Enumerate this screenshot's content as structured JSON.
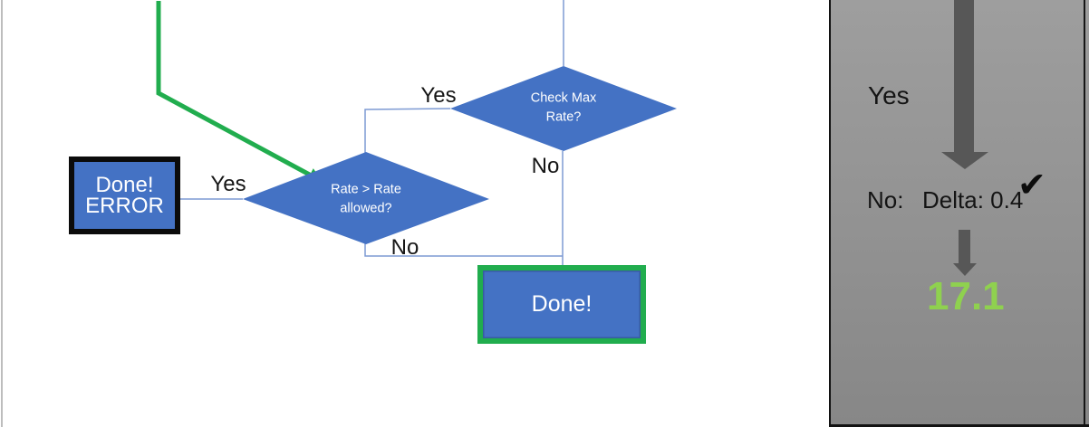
{
  "slide": {
    "flowchart": {
      "check_max_diamond": "Check Max\nRate?",
      "rate_allowed_diamond": "Rate > Rate\nallowed?",
      "check_max_yes_label": "Yes",
      "check_max_no_label": "No",
      "rate_allowed_yes_label": "Yes",
      "rate_allowed_no_label": "No",
      "done_error_box": "Done!\nERROR",
      "done_box": "Done!"
    },
    "panel": {
      "yes_label": "Yes",
      "no_label": "No:",
      "delta_value": "Delta: 0.4",
      "checkmark": "✔",
      "result": "17.1"
    },
    "colors": {
      "shape_blue": "#4472c4",
      "connector_blue": "#7d9ad3",
      "success_green": "#21ad4e",
      "result_green": "#8fd14f",
      "arrow_gray": "#575757",
      "panel_gray_top": "#9e9e9e",
      "panel_gray_bottom": "#878787",
      "border_black": "#0b0b0b"
    }
  }
}
